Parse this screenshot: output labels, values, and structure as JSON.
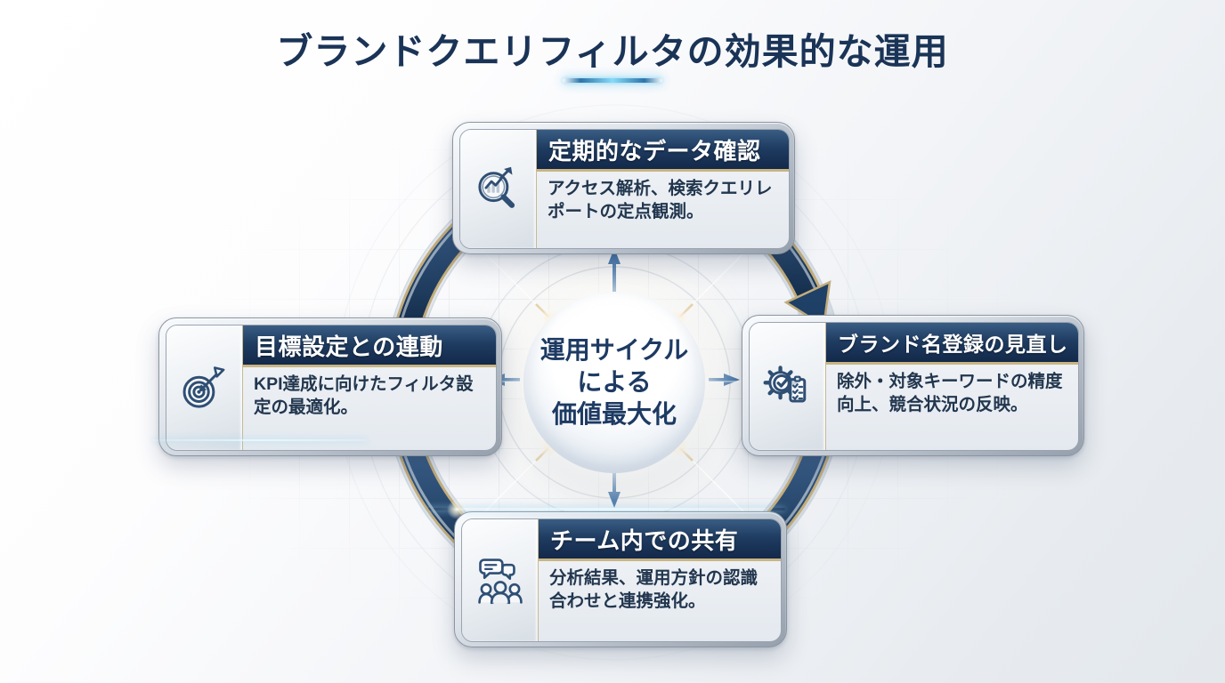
{
  "title": "ブランドクエリフィルタの効果的な運用",
  "center": {
    "line1": "運用サイクル",
    "line2": "による",
    "line3": "価値最大化"
  },
  "steps": [
    {
      "position": "top",
      "title": "定期的なデータ確認",
      "description": "アクセス解析、検索クエリレポートの定点観測。",
      "icon": "chart-magnifier-icon"
    },
    {
      "position": "right",
      "title": "ブランド名登録の見直し",
      "description": "除外・対象キーワードの精度向上、競合状況の反映。",
      "icon": "gear-checklist-icon"
    },
    {
      "position": "bottom",
      "title": "チーム内での共有",
      "description": "分析結果、運用方針の認識合わせと連携強化。",
      "icon": "team-chat-icon"
    },
    {
      "position": "left",
      "title": "目標設定との連動",
      "description": "KPI達成に向けたフィルタ設定の最適化。",
      "icon": "target-dart-icon"
    }
  ],
  "cycle": {
    "direction": "clockwise",
    "connector_arrows": [
      "up",
      "right",
      "down",
      "left"
    ]
  },
  "colors": {
    "title_navy": "#1a3457",
    "header_navy_dark": "#13294a",
    "header_navy_light": "#3a5d84",
    "gold_accent": "#c9b583",
    "arrow_navy": "#1f4067",
    "underline_cyan": "#86dbf8",
    "background_light": "#eef1f5",
    "body_text": "#22364e"
  }
}
